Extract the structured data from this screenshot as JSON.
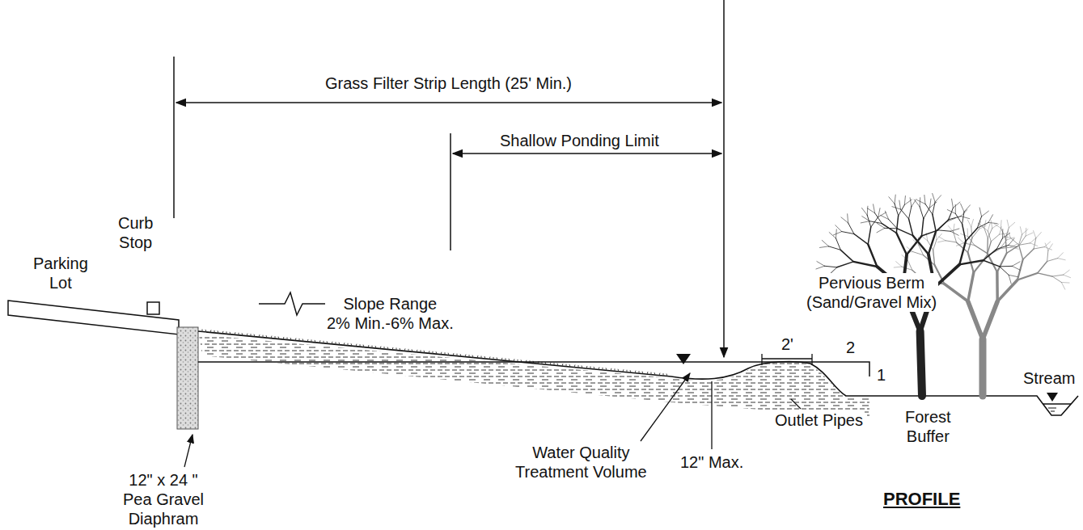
{
  "diagram": {
    "title": "PROFILE",
    "labels": [
      "Grass Filter Strip Length (25' Min.)",
      "Shallow Ponding Limit",
      "Pervious Berm (Sand/Gravel Mix)",
      "Curb Stop",
      "Parking Lot",
      "Slope Range 2% Min.-6% Max.",
      "2'",
      "2",
      "1",
      "Stream",
      "Forest Buffer",
      "Outlet Pipes",
      "12\" Max.",
      "Water Quality Treatment Volume",
      "12\" x 24 \" Pea Gravel Diaphram"
    ]
  }
}
